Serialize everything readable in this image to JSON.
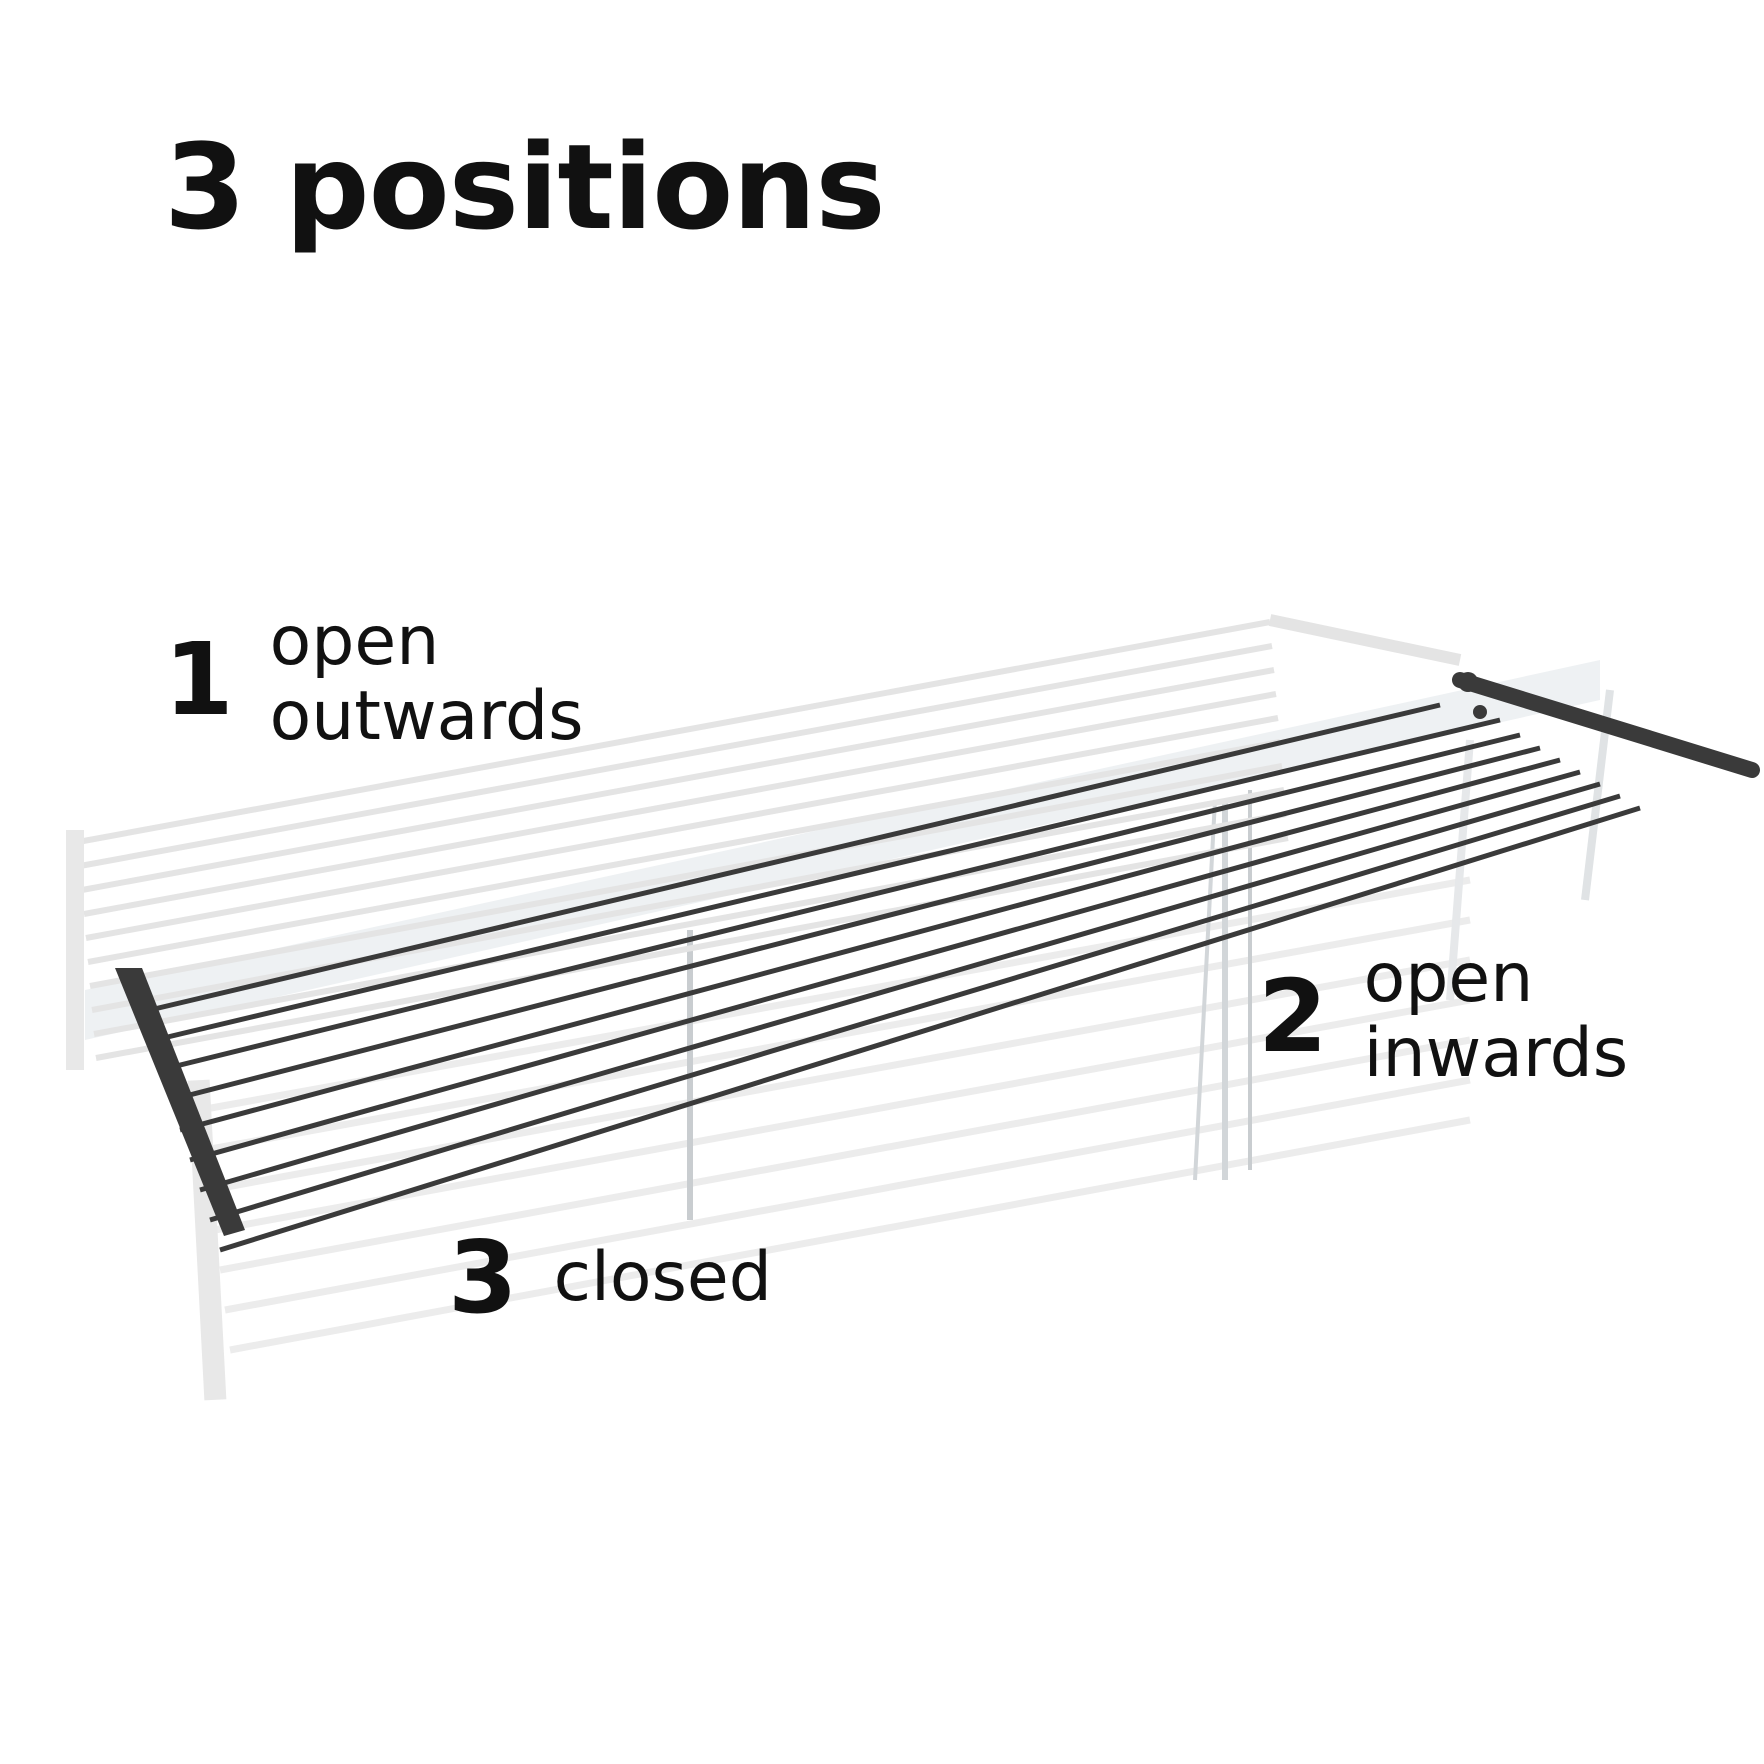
{
  "title": "3 positions",
  "positions": [
    {
      "number": "1",
      "line1": "open",
      "line2": "outwards"
    },
    {
      "number": "2",
      "line1": "open",
      "line2": "inwards"
    },
    {
      "number": "3",
      "line1": "closed"
    }
  ],
  "colors": {
    "text": "#111111",
    "rack_dark": "#3a3a3a",
    "rack_light": "#e3e3e3",
    "rack_mid": "#cfd3d6"
  }
}
